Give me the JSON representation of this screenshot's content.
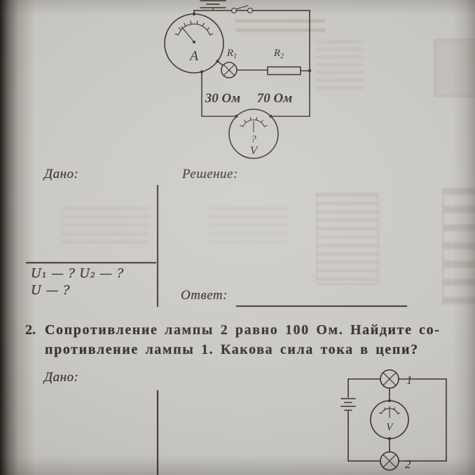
{
  "colors": {
    "paper": "#cac8c3",
    "ink": "#36322c"
  },
  "problem1": {
    "given_label": "Дано:",
    "solution_label": "Решение:",
    "unknowns_line1": "U₁ — ?  U₂ — ?",
    "unknowns_line2": "U — ?",
    "answer_label": "Ответ:",
    "circuit": {
      "ammeter": "A",
      "lamp_r": "R",
      "lamp_r_sub": "1",
      "resistor_r": "R",
      "resistor_r_sub": "2",
      "value_left": "30 Ом",
      "value_right": "70 Ом",
      "voltmeter_unknown": "?",
      "voltmeter": "V"
    }
  },
  "problem2": {
    "number": "2.",
    "statement_line1": "Сопротивление лампы 2 равно 100 Ом. Найдите со-",
    "statement_line2": "противление лампы 1. Какова сила тока в цепи?",
    "given_label": "Дано:",
    "circuit": {
      "lamp1": "1",
      "lamp2": "2",
      "voltmeter": "V"
    }
  }
}
